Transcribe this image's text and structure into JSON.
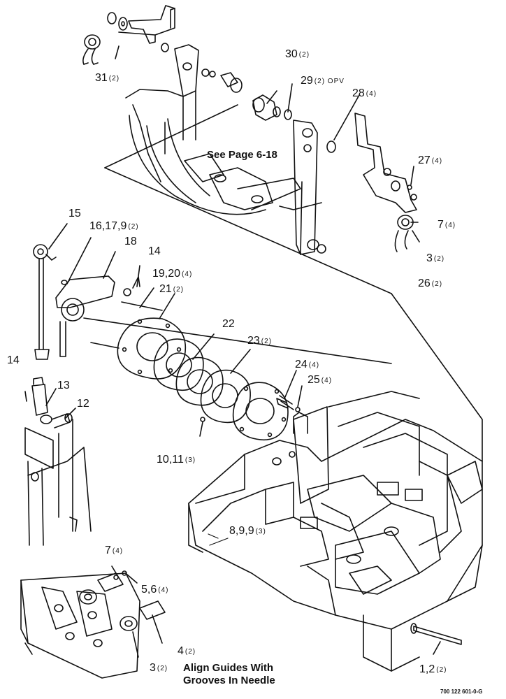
{
  "diagram": {
    "note_see_page": "See Page 6-18",
    "note_align": [
      "Align Guides With",
      "Grooves In Needle"
    ],
    "figure_id": "700 122 601-0-G",
    "callouts": [
      {
        "id": "c31",
        "num": "31",
        "qty": "(2)"
      },
      {
        "id": "c30",
        "num": "30",
        "qty": "(2)"
      },
      {
        "id": "c29",
        "num": "29",
        "qty": "(2) OPV"
      },
      {
        "id": "c28",
        "num": "28",
        "qty": "(4)"
      },
      {
        "id": "c27",
        "num": "27",
        "qty": "(4)"
      },
      {
        "id": "c7a",
        "num": "7",
        "qty": "(4)"
      },
      {
        "id": "c3a",
        "num": "3",
        "qty": "(2)"
      },
      {
        "id": "c26",
        "num": "26",
        "qty": "(2)"
      },
      {
        "id": "c15",
        "num": "15",
        "qty": ""
      },
      {
        "id": "c16",
        "num": "16,17,9",
        "qty": "(2)"
      },
      {
        "id": "c18",
        "num": "18",
        "qty": ""
      },
      {
        "id": "c14a",
        "num": "14",
        "qty": ""
      },
      {
        "id": "c19",
        "num": "19,20",
        "qty": "(4)"
      },
      {
        "id": "c21",
        "num": "21",
        "qty": "(2)"
      },
      {
        "id": "c22",
        "num": "22",
        "qty": ""
      },
      {
        "id": "c23",
        "num": "23",
        "qty": "(2)"
      },
      {
        "id": "c24",
        "num": "24",
        "qty": "(4)"
      },
      {
        "id": "c25",
        "num": "25",
        "qty": "(4)"
      },
      {
        "id": "c14b",
        "num": "14",
        "qty": ""
      },
      {
        "id": "c13",
        "num": "13",
        "qty": ""
      },
      {
        "id": "c12",
        "num": "12",
        "qty": ""
      },
      {
        "id": "c10",
        "num": "10,11",
        "qty": "(3)"
      },
      {
        "id": "c8",
        "num": "8,9,9",
        "qty": "(3)"
      },
      {
        "id": "c7b",
        "num": "7",
        "qty": "(4)"
      },
      {
        "id": "c5",
        "num": "5,6",
        "qty": "(4)"
      },
      {
        "id": "c4",
        "num": "4",
        "qty": "(2)"
      },
      {
        "id": "c3b",
        "num": "3",
        "qty": "(2)"
      },
      {
        "id": "c1",
        "num": "1,2",
        "qty": "(2)"
      }
    ]
  }
}
